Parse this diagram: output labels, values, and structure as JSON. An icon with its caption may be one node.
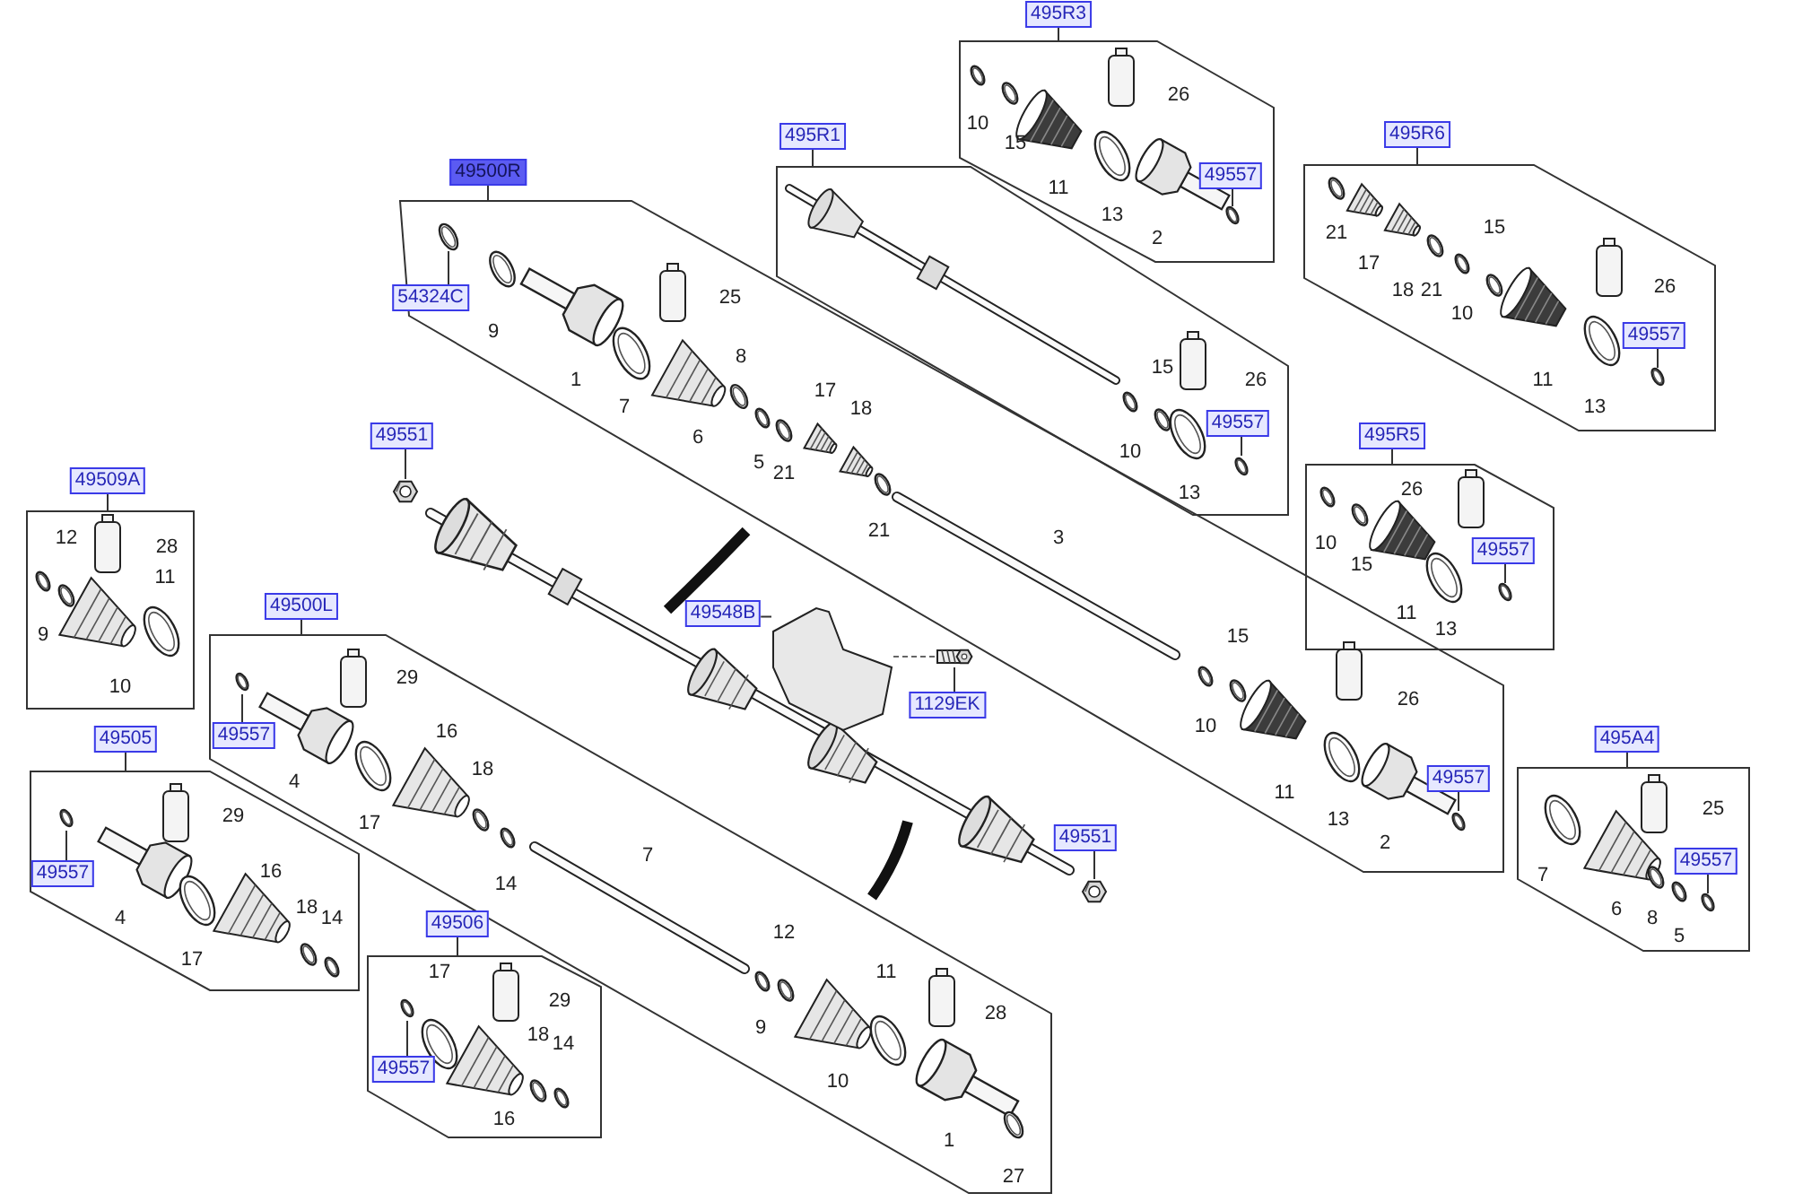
{
  "diagram": {
    "nodes": [
      {
        "text": [],
        "shape": "box"
      },
      {
        "text": [
          "54324C"
        ],
        "in": 0
      },
      {
        "text": [
          "49557"
        ],
        "in": 0
      },
      {
        "text": [],
        "shape": "box"
      },
      {
        "text": [
          "49557"
        ],
        "in": 3
      },
      {
        "text": [],
        "shape": "box"
      },
      {
        "text": [
          "49557"
        ],
        "in": 5
      },
      {
        "text": [],
        "shape": "box"
      },
      {
        "text": [
          "49557"
        ],
        "in": 7
      },
      {
        "text": [],
        "shape": "box"
      },
      {
        "text": [
          "49557"
        ],
        "in": 9
      },
      {
        "text": [],
        "shape": "box"
      },
      {
        "text": [
          "49557"
        ],
        "in": 11
      },
      {
        "text": [],
        "shape": "box"
      },
      {
        "text": [],
        "shape": "box"
      },
      {
        "text": [
          "49557"
        ],
        "in": 14
      },
      {
        "text": [],
        "shape": "box"
      },
      {
        "text": [
          "49557"
        ],
        "in": 16
      },
      {
        "text": [],
        "shape": "box"
      },
      {
        "text": [
          "49557"
        ],
        "in": 18
      },
      {
        "text": [
          "49551"
        ]
      },
      {
        "text": [
          "49548B"
        ]
      },
      {
        "text": [
          "1129EK"
        ]
      },
      {
        "text": [
          "49551"
        ]
      },
      {
        "text": [
          "49500R"
        ]
      },
      {
        "text": [
          "495R1"
        ]
      },
      {
        "text": [
          "495R3"
        ]
      },
      {
        "text": [
          "495R6"
        ]
      },
      {
        "text": [
          "495R5"
        ]
      },
      {
        "text": [
          "495A4"
        ]
      },
      {
        "text": [
          "49509A"
        ]
      },
      {
        "text": [
          "49500L"
        ]
      },
      {
        "text": [
          "49505"
        ]
      },
      {
        "text": [
          "49506"
        ]
      },
      {
        "text": [],
        "shape": "picture"
      },
      {
        "text": [],
        "shape": "picture"
      },
      {
        "text": [],
        "shape": "picture"
      },
      {
        "text": [],
        "shape": "picture"
      }
    ],
    "edges": [
      {
        "from": 1,
        "to": null,
        "arrow": "none"
      },
      {
        "from": 2,
        "to": null,
        "arrow": "none"
      },
      {
        "from": 4,
        "to": null,
        "arrow": "none"
      },
      {
        "from": 6,
        "to": null,
        "arrow": "none"
      },
      {
        "from": 8,
        "to": null,
        "arrow": "none"
      },
      {
        "from": 10,
        "to": null,
        "arrow": "none"
      },
      {
        "from": 12,
        "to": null,
        "arrow": "none"
      },
      {
        "from": 15,
        "to": null,
        "arrow": "none"
      },
      {
        "from": 17,
        "to": null,
        "arrow": "none"
      },
      {
        "from": 19,
        "to": null,
        "arrow": "none"
      },
      {
        "from": 20,
        "to": 34,
        "arrow": "none"
      },
      {
        "from": 21,
        "to": 36,
        "arrow": "none"
      },
      {
        "from": 22,
        "to": 37,
        "arrow": "none"
      },
      {
        "from": 23,
        "to": 35,
        "arrow": "none"
      },
      {
        "from": 36,
        "to": 37,
        "arrow": "none",
        "style": "dashed"
      },
      {
        "from": 24,
        "to": 0,
        "arrow": "none"
      },
      {
        "from": 25,
        "to": 3,
        "arrow": "none"
      },
      {
        "from": 26,
        "to": 5,
        "arrow": "none"
      },
      {
        "from": 27,
        "to": 7,
        "arrow": "none"
      },
      {
        "from": 28,
        "to": 9,
        "arrow": "none"
      },
      {
        "from": 29,
        "to": 11,
        "arrow": "none"
      },
      {
        "from": 30,
        "to": 13,
        "arrow": "none"
      },
      {
        "from": 31,
        "to": 14,
        "arrow": "none"
      },
      {
        "from": 32,
        "to": 16,
        "arrow": "none"
      },
      {
        "from": 33,
        "to": 18,
        "arrow": "none"
      }
    ],
    "labels": [
      "9",
      "1",
      "7",
      "6",
      "25",
      "8",
      "5",
      "21",
      "17",
      "18",
      "21",
      "3",
      "10",
      "15",
      "11",
      "26",
      "13",
      "2",
      "10",
      "15",
      "26",
      "13",
      "10",
      "15",
      "11",
      "26",
      "13",
      "2",
      "21",
      "17",
      "18",
      "21",
      "10",
      "15",
      "11",
      "26",
      "13",
      "10",
      "15",
      "11",
      "26",
      "13",
      "7",
      "6",
      "25",
      "8",
      "5",
      "9",
      "12",
      "28",
      "10",
      "11",
      "4",
      "29",
      "17",
      "16",
      "18",
      "14",
      "7",
      "9",
      "12",
      "10",
      "11",
      "28",
      "1",
      "27",
      "4",
      "29",
      "17",
      "16",
      "18",
      "14",
      "17",
      "29",
      "16",
      "18",
      "14"
    ]
  }
}
